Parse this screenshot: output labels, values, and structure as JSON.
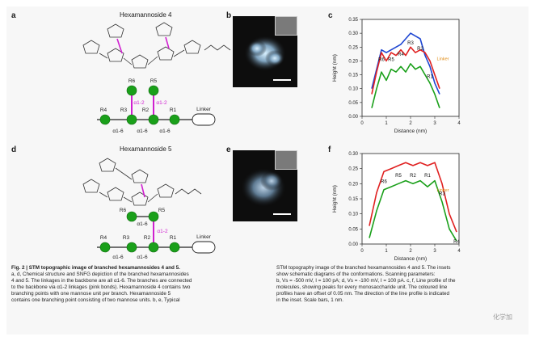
{
  "panels": {
    "a": {
      "letter": "a",
      "title": "Hexamannoside 4"
    },
    "b": {
      "letter": "b"
    },
    "c": {
      "letter": "c"
    },
    "d": {
      "letter": "d",
      "title": "Hexamannoside 5"
    },
    "e": {
      "letter": "e"
    },
    "f": {
      "letter": "f"
    }
  },
  "snfg_4": {
    "nodes": [
      "R6",
      "R5",
      "R4",
      "R3",
      "R2",
      "R1"
    ],
    "branch_links": [
      "α1-2",
      "α1-2"
    ],
    "backbone_links": [
      "α1-6",
      "α1-6",
      "α1-6"
    ],
    "linker": "Linker"
  },
  "snfg_5": {
    "nodes": [
      "R6",
      "R5",
      "R4",
      "R3",
      "R2",
      "R1"
    ],
    "branch_links": [
      "α1-6",
      "α1-2"
    ],
    "backbone_links": [
      "α1-6",
      "α1-6"
    ],
    "linker": "Linker"
  },
  "chart_data": [
    {
      "type": "line",
      "panel": "c",
      "xlabel": "Distance (nm)",
      "ylabel": "Height (nm)",
      "xlim": [
        0,
        4
      ],
      "ylim": [
        0,
        0.35
      ],
      "xticks": [
        0,
        1,
        2,
        3,
        4
      ],
      "yticks": [
        0,
        0.05,
        0.1,
        0.15,
        0.2,
        0.25,
        0.3,
        0.35
      ],
      "series": [
        {
          "color": "#1e46d2",
          "x": [
            0.4,
            0.6,
            0.8,
            1.0,
            1.2,
            1.4,
            1.6,
            1.8,
            2.0,
            2.2,
            2.4,
            2.6,
            2.8,
            3.0,
            3.2
          ],
          "values": [
            0.1,
            0.17,
            0.24,
            0.23,
            0.24,
            0.25,
            0.26,
            0.28,
            0.3,
            0.29,
            0.28,
            0.22,
            0.18,
            0.12,
            0.08
          ]
        },
        {
          "color": "#e02020",
          "x": [
            0.4,
            0.6,
            0.8,
            1.0,
            1.2,
            1.4,
            1.6,
            1.8,
            2.0,
            2.2,
            2.4,
            2.6,
            2.8,
            3.0,
            3.2
          ],
          "values": [
            0.08,
            0.16,
            0.23,
            0.2,
            0.23,
            0.22,
            0.24,
            0.22,
            0.25,
            0.23,
            0.24,
            0.23,
            0.2,
            0.15,
            0.1
          ]
        },
        {
          "color": "#1aa01a",
          "x": [
            0.4,
            0.6,
            0.8,
            1.0,
            1.2,
            1.4,
            1.6,
            1.8,
            2.0,
            2.2,
            2.4,
            2.6,
            2.8,
            3.0,
            3.2
          ],
          "values": [
            0.03,
            0.1,
            0.16,
            0.13,
            0.17,
            0.16,
            0.18,
            0.16,
            0.19,
            0.17,
            0.18,
            0.15,
            0.12,
            0.08,
            0.03
          ]
        }
      ],
      "annotations": [
        "R6",
        "R5",
        "R4",
        "R3",
        "R2",
        "R1",
        "Linker"
      ]
    },
    {
      "type": "line",
      "panel": "f",
      "xlabel": "Distance (nm)",
      "ylabel": "Height (nm)",
      "xlim": [
        0,
        4
      ],
      "ylim": [
        0,
        0.3
      ],
      "xticks": [
        0,
        1,
        2,
        3,
        4
      ],
      "yticks": [
        0,
        0.05,
        0.1,
        0.15,
        0.2,
        0.25,
        0.3
      ],
      "series": [
        {
          "color": "#e02020",
          "x": [
            0.3,
            0.6,
            0.9,
            1.2,
            1.5,
            1.8,
            2.1,
            2.4,
            2.7,
            3.0,
            3.3,
            3.6,
            3.9
          ],
          "values": [
            0.06,
            0.17,
            0.24,
            0.25,
            0.26,
            0.27,
            0.26,
            0.27,
            0.26,
            0.27,
            0.2,
            0.1,
            0.04
          ]
        },
        {
          "color": "#1aa01a",
          "x": [
            0.3,
            0.6,
            0.9,
            1.2,
            1.5,
            1.8,
            2.1,
            2.4,
            2.7,
            3.0,
            3.3,
            3.6,
            3.9
          ],
          "values": [
            0.02,
            0.11,
            0.18,
            0.19,
            0.2,
            0.21,
            0.2,
            0.21,
            0.19,
            0.21,
            0.14,
            0.05,
            0.01
          ]
        }
      ],
      "annotations": [
        "R6",
        "R5",
        "R2",
        "R1",
        "R3",
        "R4",
        "Linker"
      ]
    }
  ],
  "caption": {
    "fig_label": "Fig. 2 | STM topographic image of branched hexamannosides 4 and 5.",
    "left_lines": [
      "a, d, Chemical structure and SNFG depiction of the branched hexamannosides",
      "4 and 5. The linkages in the backbone are all α1-6. The branches are connected",
      "to the backbone via α1-2 linkages (pink bonds). Hexamannoside 4 contains two",
      "branching points with one mannose unit per branch. Hexamannoside 5",
      "contains one branching point consisting of two mannose units. b, e, Typical"
    ],
    "right_lines": [
      "STM topography image of the branched hexamannosides 4 and 5. The insets",
      "show schematic diagrams of the conformations. Scanning parameters:",
      "b, Vs = -500 mV, I = 100 pA; d, Vs = -100 mV, I = 100 pA. c, f, Line profile of the",
      "molecules, showing peaks for every monosaccharide unit. The coloured line",
      "profiles have an offset of 0.05 nm. The direction of the line profile is indicated",
      "in the inset. Scale bars, 1 nm."
    ]
  },
  "watermark": "化学加"
}
